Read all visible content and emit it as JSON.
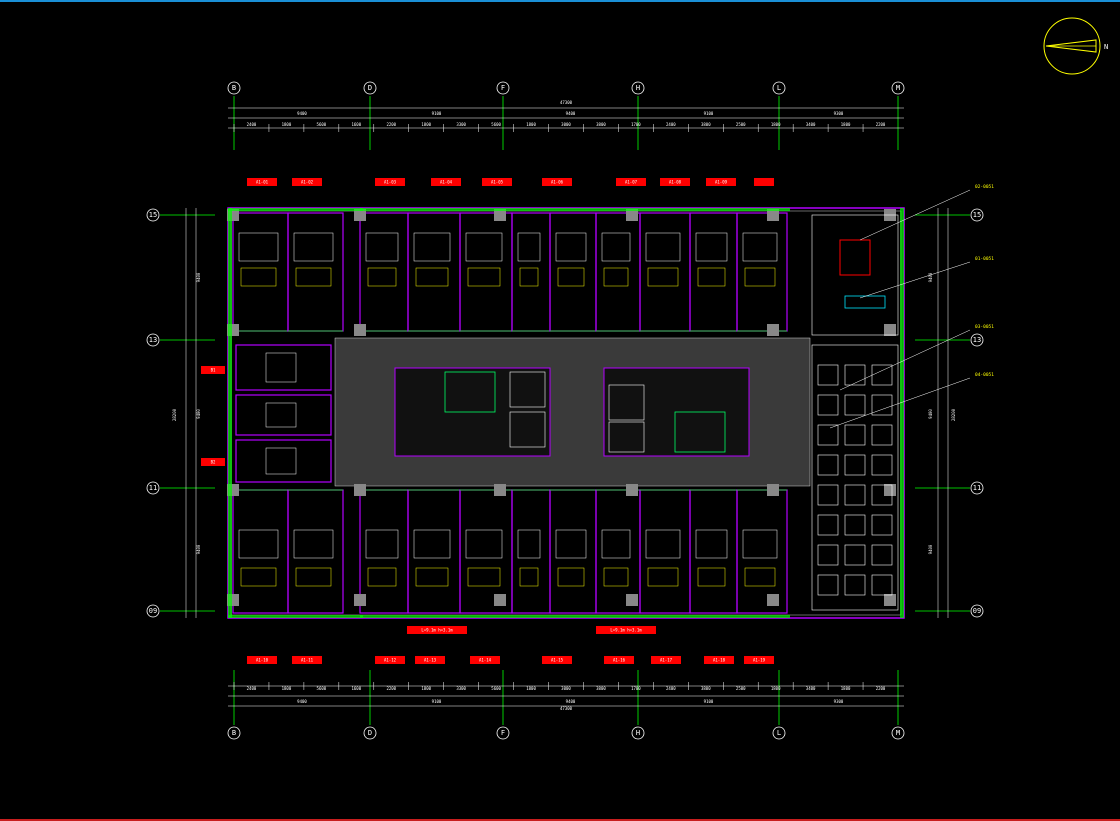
{
  "colors": {
    "background": "#000000",
    "wall": "#b200ff",
    "dim": "#ffffff",
    "grid": "#00ff00",
    "furniture": "#ffff00",
    "tag": "#ff0000",
    "hatch": "#555555",
    "column": "#888888",
    "accent_cyan": "#00e5ff"
  },
  "compass": {
    "icon": "north-arrow-icon",
    "label": "N"
  },
  "axes": {
    "vertical": [
      {
        "label": "B"
      },
      {
        "label": "D"
      },
      {
        "label": "F"
      },
      {
        "label": "H"
      },
      {
        "label": "L"
      },
      {
        "label": "M"
      }
    ],
    "horizontal": [
      {
        "label": "15"
      },
      {
        "label": "13"
      },
      {
        "label": "11"
      },
      {
        "label": "09"
      }
    ]
  },
  "dimensions": {
    "top_overall": "47300",
    "bottom_overall": "47300",
    "left_overall": "28200",
    "right_overall": "28200",
    "top_mid": [
      "9400",
      "9100",
      "9400",
      "9100",
      "9300"
    ],
    "top_fine": [
      "2400",
      "1800",
      "5600",
      "1600",
      "2200",
      "1800",
      "3300",
      "5600",
      "1800",
      "3000",
      "3800",
      "1700",
      "2400",
      "3800",
      "2500",
      "1800",
      "3400",
      "1800",
      "2200"
    ],
    "bottom_fine": [
      "2400",
      "1800",
      "5600",
      "1600",
      "2200",
      "1800",
      "3300",
      "5600",
      "1800",
      "3000",
      "3800",
      "1700",
      "2400",
      "3800",
      "2500",
      "1800",
      "3400",
      "1800",
      "2200"
    ],
    "side": [
      "9400",
      "9400",
      "9400"
    ]
  },
  "tags": {
    "top": [
      "A1-01",
      "A1-02",
      "A1-03",
      "A1-04",
      "A1-05",
      "A1-06",
      "A1-07",
      "A1-08",
      "A1-09"
    ],
    "bottom": [
      "A1-10",
      "A1-11",
      "A1-12",
      "A1-13",
      "A1-14",
      "A1-15",
      "A1-16",
      "A1-17",
      "A1-18",
      "A1-19"
    ],
    "left": [
      "B1",
      "B2"
    ],
    "plan_notes": [
      "L=9.1m  h=3.1m",
      "L=9.1m  h=3.1m"
    ]
  },
  "annotations": [
    {
      "text": "02-0051"
    },
    {
      "text": "01-0051"
    },
    {
      "text": "03-0051"
    },
    {
      "text": "04-0051"
    }
  ]
}
